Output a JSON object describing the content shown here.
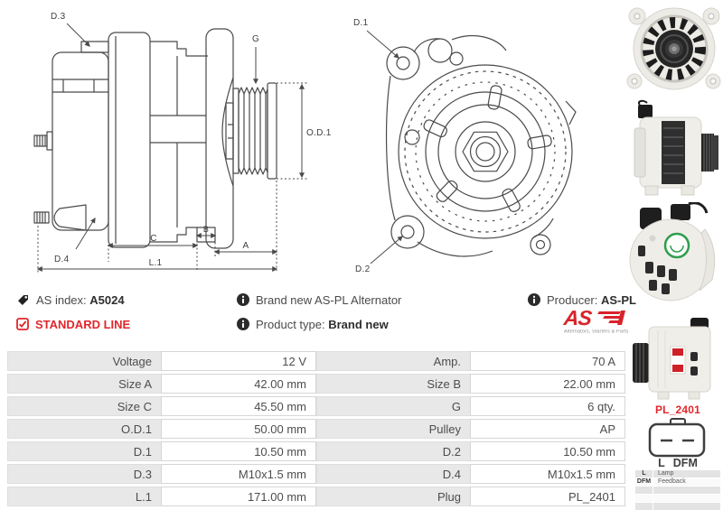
{
  "colors": {
    "accent_red": "#e2262b",
    "logo_red": "#d8232a",
    "table_label_bg": "#e8e8e8",
    "line_color": "#4a4a4a"
  },
  "diagram_side": {
    "d3": "D.3",
    "g": "G",
    "od1": "O.D.1",
    "d4": "D.4",
    "c": "C",
    "b": "B",
    "a": "A",
    "l1": "L.1"
  },
  "diagram_front": {
    "d1": "D.1",
    "d2": "D.2"
  },
  "info": {
    "as_index_label": "AS index:",
    "as_index_value": "A5024",
    "standard_line": "STANDARD LINE",
    "description": "Brand new AS-PL Alternator",
    "product_type_label": "Product type:",
    "product_type_value": "Brand new",
    "producer_label": "Producer:",
    "producer_value": "AS-PL"
  },
  "logo": {
    "text": "AS",
    "tagline": "Alternators, Starters & Parts"
  },
  "spec": {
    "rows": [
      {
        "label_left": "Voltage",
        "value_left": "12 V",
        "label_right": "Amp.",
        "value_right": "70 A"
      },
      {
        "label_left": "Size A",
        "value_left": "42.00 mm",
        "label_right": "Size B",
        "value_right": "22.00 mm"
      },
      {
        "label_left": "Size C",
        "value_left": "45.50 mm",
        "label_right": "G",
        "value_right": "6 qty."
      },
      {
        "label_left": "O.D.1",
        "value_left": "50.00 mm",
        "label_right": "Pulley",
        "value_right": "AP"
      },
      {
        "label_left": "D.1",
        "value_left": "10.50 mm",
        "label_right": "D.2",
        "value_right": "10.50 mm"
      },
      {
        "label_left": "D.3",
        "value_left": "M10x1.5 mm",
        "label_right": "D.4",
        "value_right": "M10x1.5 mm"
      },
      {
        "label_left": "L.1",
        "value_left": "171.00 mm",
        "label_right": "Plug",
        "value_right": "PL_2401"
      }
    ]
  },
  "plug": {
    "name": "PL_2401",
    "pin_left": "L",
    "pin_right": "DFM",
    "pin_table": [
      {
        "pin": "L",
        "desc": "Lamp"
      },
      {
        "pin": "DFM",
        "desc": "Feedback"
      },
      {
        "pin": "",
        "desc": ""
      },
      {
        "pin": "",
        "desc": ""
      },
      {
        "pin": "",
        "desc": ""
      }
    ]
  }
}
